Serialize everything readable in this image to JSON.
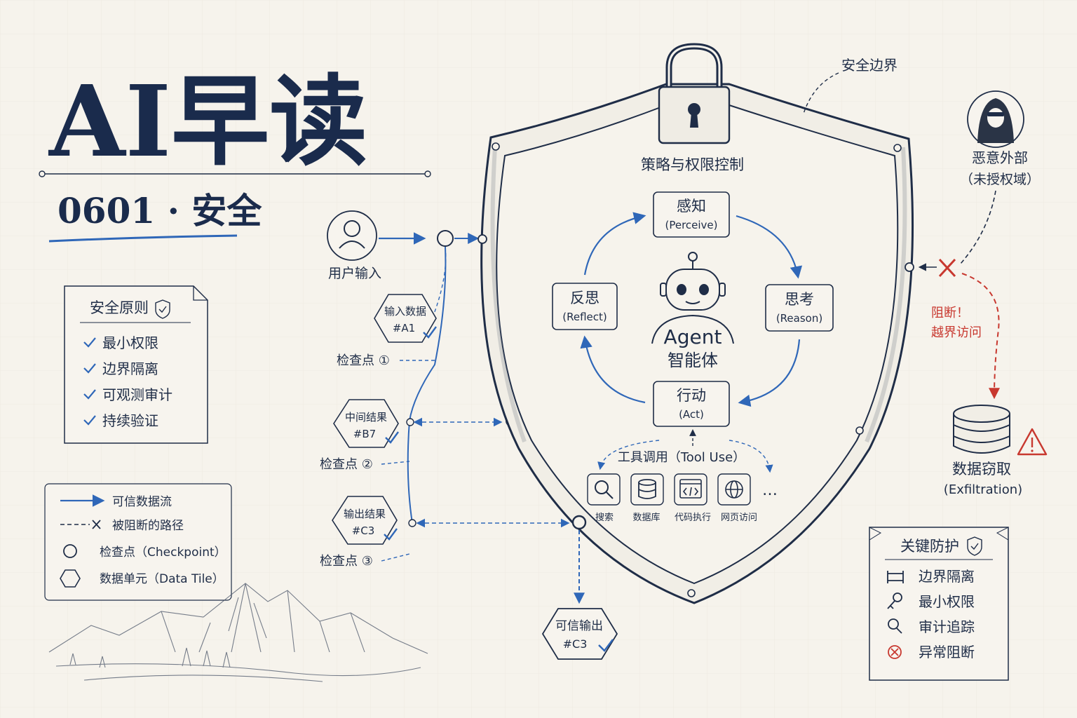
{
  "header": {
    "title": "AI早读",
    "subtitle": "0601 · 安全"
  },
  "principles": {
    "title": "安全原则",
    "items": [
      "最小权限",
      "边界隔离",
      "可观测审计",
      "持续验证"
    ]
  },
  "legend": {
    "trusted_flow": "可信数据流",
    "blocked_path": "被阻断的路径",
    "checkpoint": "检查点（Checkpoint）",
    "data_tile": "数据单元（Data Tile）"
  },
  "user_input": "用户输入",
  "data_tiles": [
    {
      "label": "输入数据",
      "id": "#A1"
    },
    {
      "label": "中间结果",
      "id": "#B7"
    },
    {
      "label": "输出结果",
      "id": "#C3"
    }
  ],
  "checkpoints": [
    "检查点 ①",
    "检查点 ②",
    "检查点 ③"
  ],
  "trusted_output": {
    "label": "可信输出",
    "id": "#C3"
  },
  "shield": {
    "boundary_label": "安全边界",
    "lock_label": "策略与权限控制"
  },
  "agent": {
    "name": "Agent",
    "name_cn": "智能体",
    "loop": [
      {
        "cn": "感知",
        "en": "(Perceive)"
      },
      {
        "cn": "思考",
        "en": "(Reason)"
      },
      {
        "cn": "行动",
        "en": "(Act)"
      },
      {
        "cn": "反思",
        "en": "(Reflect)"
      }
    ]
  },
  "tools": {
    "title": "工具调用（Tool Use）",
    "items": [
      {
        "label": "搜索",
        "icon": "magnifier-icon"
      },
      {
        "label": "数据库",
        "icon": "database-icon"
      },
      {
        "label": "代码执行",
        "icon": "code-icon"
      },
      {
        "label": "网页访问",
        "icon": "globe-icon"
      }
    ],
    "more": "…"
  },
  "threat": {
    "actor_line1": "恶意外部",
    "actor_line2": "（未授权域）",
    "blocked_line1": "阻断！",
    "blocked_line2": "越界访问",
    "target_line1": "数据窃取",
    "target_line2": "(Exfiltration)"
  },
  "protection": {
    "title": "关键防护",
    "items": [
      {
        "label": "边界隔离",
        "icon": "barrier-icon"
      },
      {
        "label": "最小权限",
        "icon": "key-icon"
      },
      {
        "label": "审计追踪",
        "icon": "audit-magnifier-icon"
      },
      {
        "label": "异常阻断",
        "icon": "block-x-icon"
      }
    ]
  },
  "colors": {
    "ink": "#1f2d47",
    "trusted_blue": "#2f67b8",
    "danger_red": "#c8382f",
    "paper": "#f6f3ec"
  }
}
